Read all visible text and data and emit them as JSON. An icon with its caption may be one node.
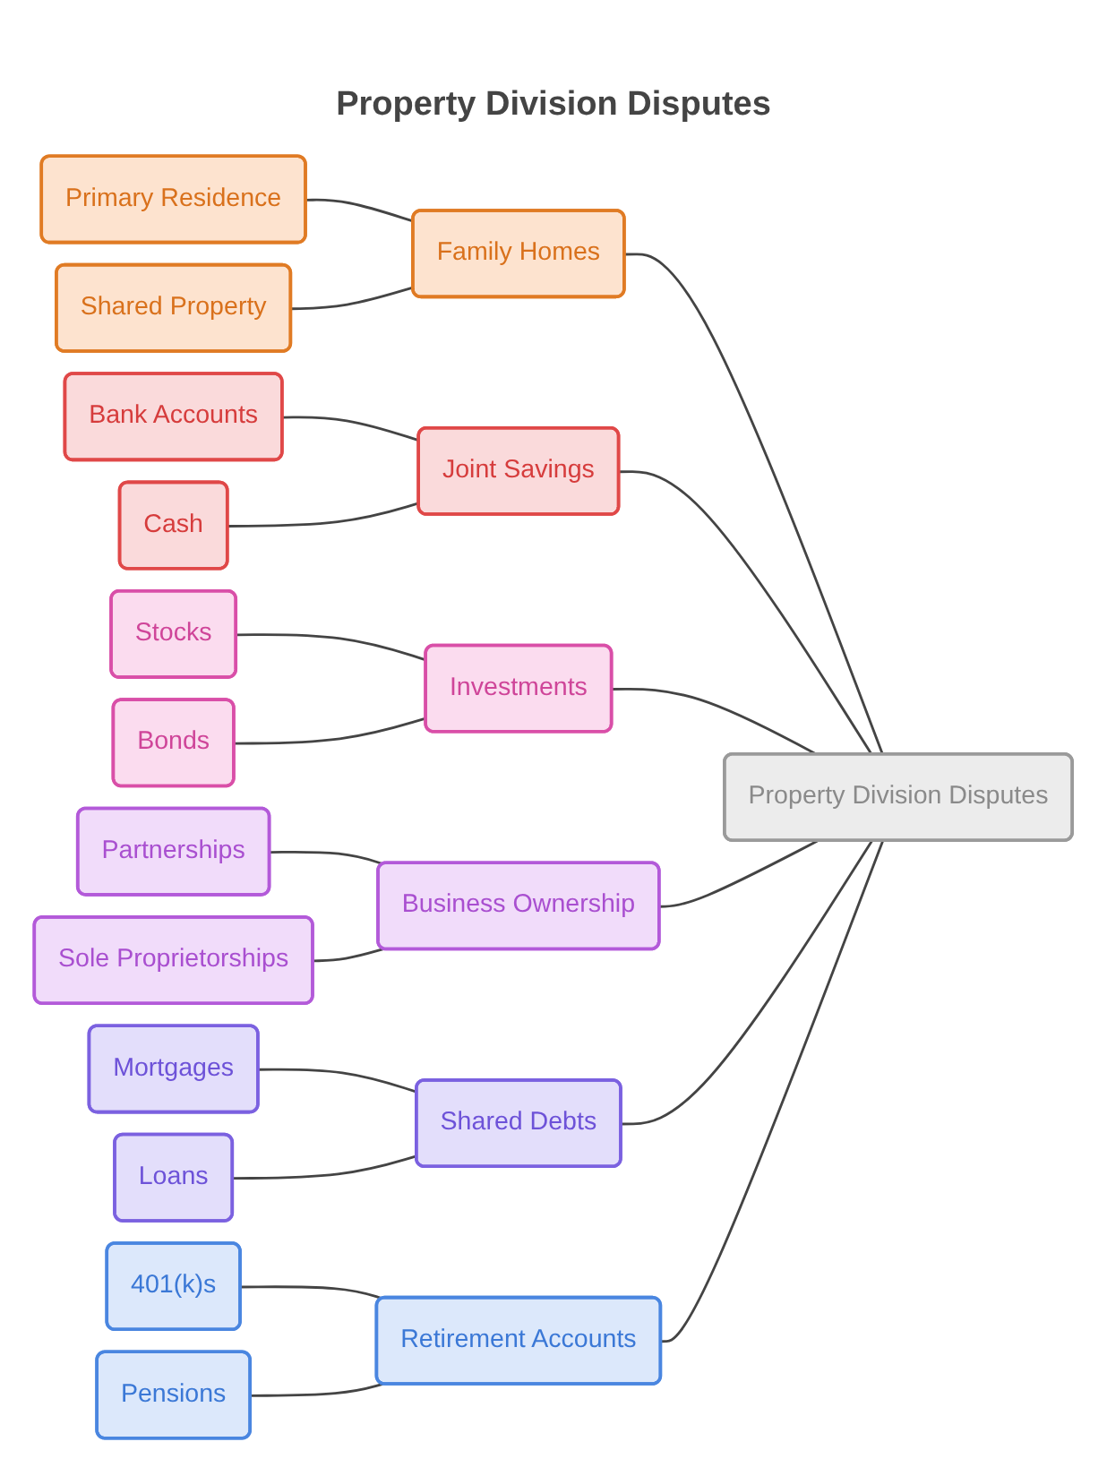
{
  "diagram": {
    "title": "Property Division Disputes",
    "nodes": [
      {
        "text": [
          "Property Division Disputes"
        ]
      },
      {
        "text": [
          "Family Homes"
        ]
      },
      {
        "text": [
          "Primary Residence"
        ]
      },
      {
        "text": [
          "Shared Property"
        ]
      },
      {
        "text": [
          "Joint Savings"
        ]
      },
      {
        "text": [
          "Bank Accounts"
        ]
      },
      {
        "text": [
          "Cash"
        ]
      },
      {
        "text": [
          "Investments"
        ]
      },
      {
        "text": [
          "Stocks"
        ]
      },
      {
        "text": [
          "Bonds"
        ]
      },
      {
        "text": [
          "Business Ownership"
        ]
      },
      {
        "text": [
          "Partnerships"
        ]
      },
      {
        "text": [
          "Sole Proprietorships"
        ]
      },
      {
        "text": [
          "Shared Debts"
        ]
      },
      {
        "text": [
          "Mortgages"
        ]
      },
      {
        "text": [
          "Loans"
        ]
      },
      {
        "text": [
          "Retirement Accounts"
        ]
      },
      {
        "text": [
          "401(k)s"
        ]
      },
      {
        "text": [
          "Pensions"
        ]
      }
    ],
    "edges": [
      {
        "from": 0,
        "to": 1,
        "arrow": "none"
      },
      {
        "from": 1,
        "to": 2,
        "arrow": "none"
      },
      {
        "from": 1,
        "to": 3,
        "arrow": "none"
      },
      {
        "from": 0,
        "to": 4,
        "arrow": "none"
      },
      {
        "from": 4,
        "to": 5,
        "arrow": "none"
      },
      {
        "from": 4,
        "to": 6,
        "arrow": "none"
      },
      {
        "from": 0,
        "to": 7,
        "arrow": "none"
      },
      {
        "from": 7,
        "to": 8,
        "arrow": "none"
      },
      {
        "from": 7,
        "to": 9,
        "arrow": "none"
      },
      {
        "from": 0,
        "to": 10,
        "arrow": "none"
      },
      {
        "from": 10,
        "to": 11,
        "arrow": "none"
      },
      {
        "from": 10,
        "to": 12,
        "arrow": "none"
      },
      {
        "from": 0,
        "to": 13,
        "arrow": "none"
      },
      {
        "from": 13,
        "to": 14,
        "arrow": "none"
      },
      {
        "from": 13,
        "to": 15,
        "arrow": "none"
      },
      {
        "from": 0,
        "to": 16,
        "arrow": "none"
      },
      {
        "from": 16,
        "to": 17,
        "arrow": "none"
      },
      {
        "from": 16,
        "to": 18,
        "arrow": "none"
      }
    ]
  }
}
